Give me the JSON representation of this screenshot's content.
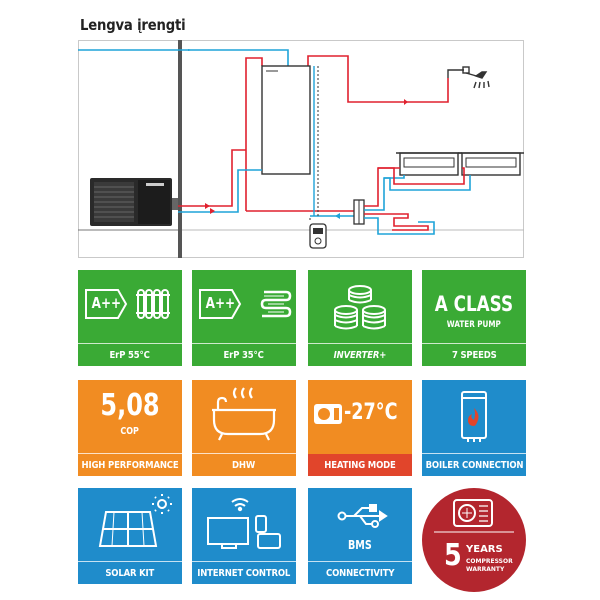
{
  "title": "Lengva įrengti",
  "tiles": {
    "erp55": {
      "rating": "A++",
      "caption": "ErP 55°C",
      "icon": "radiator-icon"
    },
    "erp35": {
      "rating": "A++",
      "caption": "ErP 35°C",
      "icon": "underfloor-heating-icon"
    },
    "inverter": {
      "caption": "INVERTER+",
      "icon": "coins-stack-icon"
    },
    "aclass": {
      "headline": "A CLASS",
      "sub": "WATER PUMP",
      "caption": "7 SPEEDS"
    },
    "cop": {
      "value": "5,08",
      "unit": "COP",
      "caption": "HIGH PERFORMANCE"
    },
    "dhw": {
      "caption": "DHW",
      "icon": "bathtub-icon"
    },
    "heating": {
      "temp": "-27°C",
      "caption": "HEATING MODE",
      "icon": "outdoor-unit-icon"
    },
    "boiler": {
      "caption": "BOILER CONNECTION",
      "icon": "boiler-icon"
    },
    "solar": {
      "caption": "SOLAR KIT",
      "icon": "solar-panel-icon"
    },
    "internet": {
      "caption": "INTERNET CONTROL",
      "icon": "devices-wifi-icon"
    },
    "bms": {
      "label": "BMS",
      "caption": "CONNECTIVITY",
      "icon": "usb-icon"
    }
  },
  "warranty": {
    "years": "5",
    "years_label": "YEARS",
    "line1": "COMPRESSOR",
    "line2": "WARRANTY",
    "icon": "outdoor-unit-icon"
  },
  "colors": {
    "green": "#3aaa35",
    "orange": "#f18c22",
    "blue": "#1f8ccb",
    "red": "#e1452b",
    "warranty": "#b3262e",
    "pipe_hot": "#e0212e",
    "pipe_cold": "#1fa3d8"
  }
}
